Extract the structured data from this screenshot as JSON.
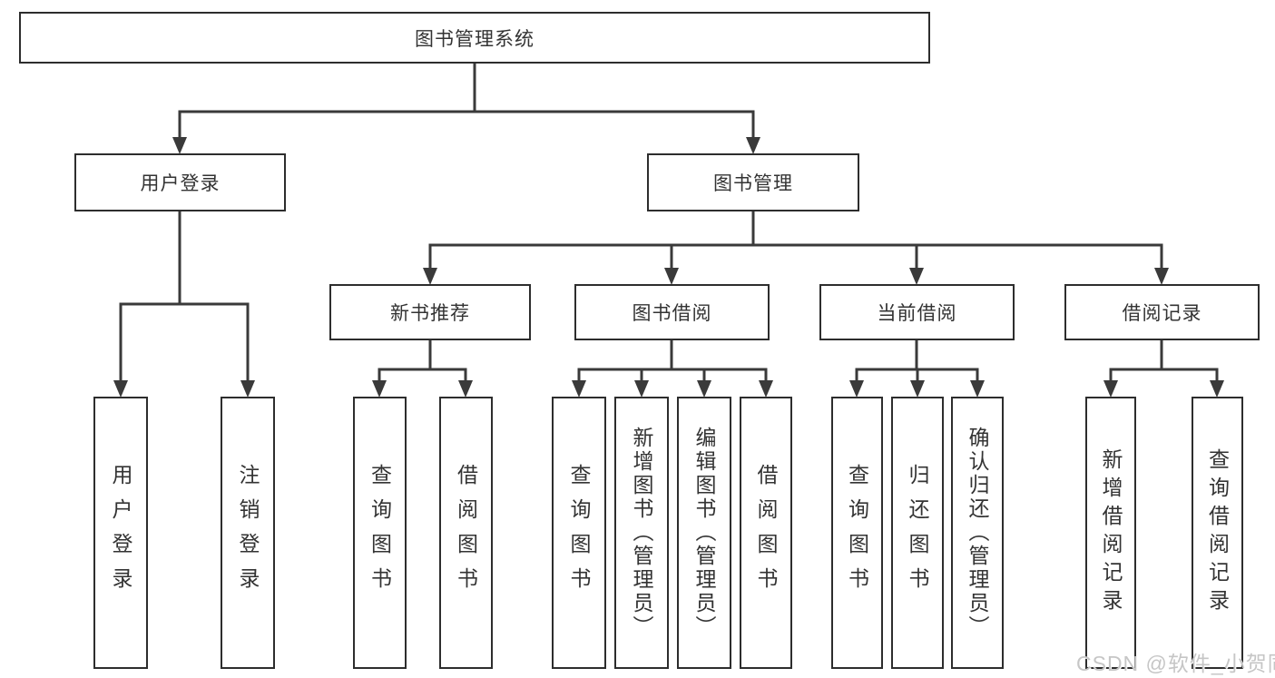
{
  "tree": {
    "root": {
      "label": "图书管理系统",
      "children": [
        {
          "label": "用户登录",
          "children": [
            {
              "label": "用户登录"
            },
            {
              "label": "注销登录"
            }
          ]
        },
        {
          "label": "图书管理",
          "children": [
            {
              "label": "新书推荐",
              "children": [
                {
                  "label": "查询图书"
                },
                {
                  "label": "借阅图书"
                }
              ]
            },
            {
              "label": "图书借阅",
              "children": [
                {
                  "label": "查询图书"
                },
                {
                  "label": "新增图书（管理员）"
                },
                {
                  "label": "编辑图书（管理员）"
                },
                {
                  "label": "借阅图书"
                }
              ]
            },
            {
              "label": "当前借阅",
              "children": [
                {
                  "label": "查询图书"
                },
                {
                  "label": "归还图书"
                },
                {
                  "label": "确认归还（管理员）"
                }
              ]
            },
            {
              "label": "借阅记录",
              "children": [
                {
                  "label": "新增借阅记录"
                },
                {
                  "label": "查询借阅记录"
                }
              ]
            }
          ]
        }
      ]
    }
  },
  "watermark": {
    "text": "CSDN @软件_小贺同学"
  },
  "colors": {
    "line": "#3a3a3a",
    "box_border": "#2d2d2d",
    "text": "#333333",
    "watermark_text": "#c6c6c6"
  }
}
